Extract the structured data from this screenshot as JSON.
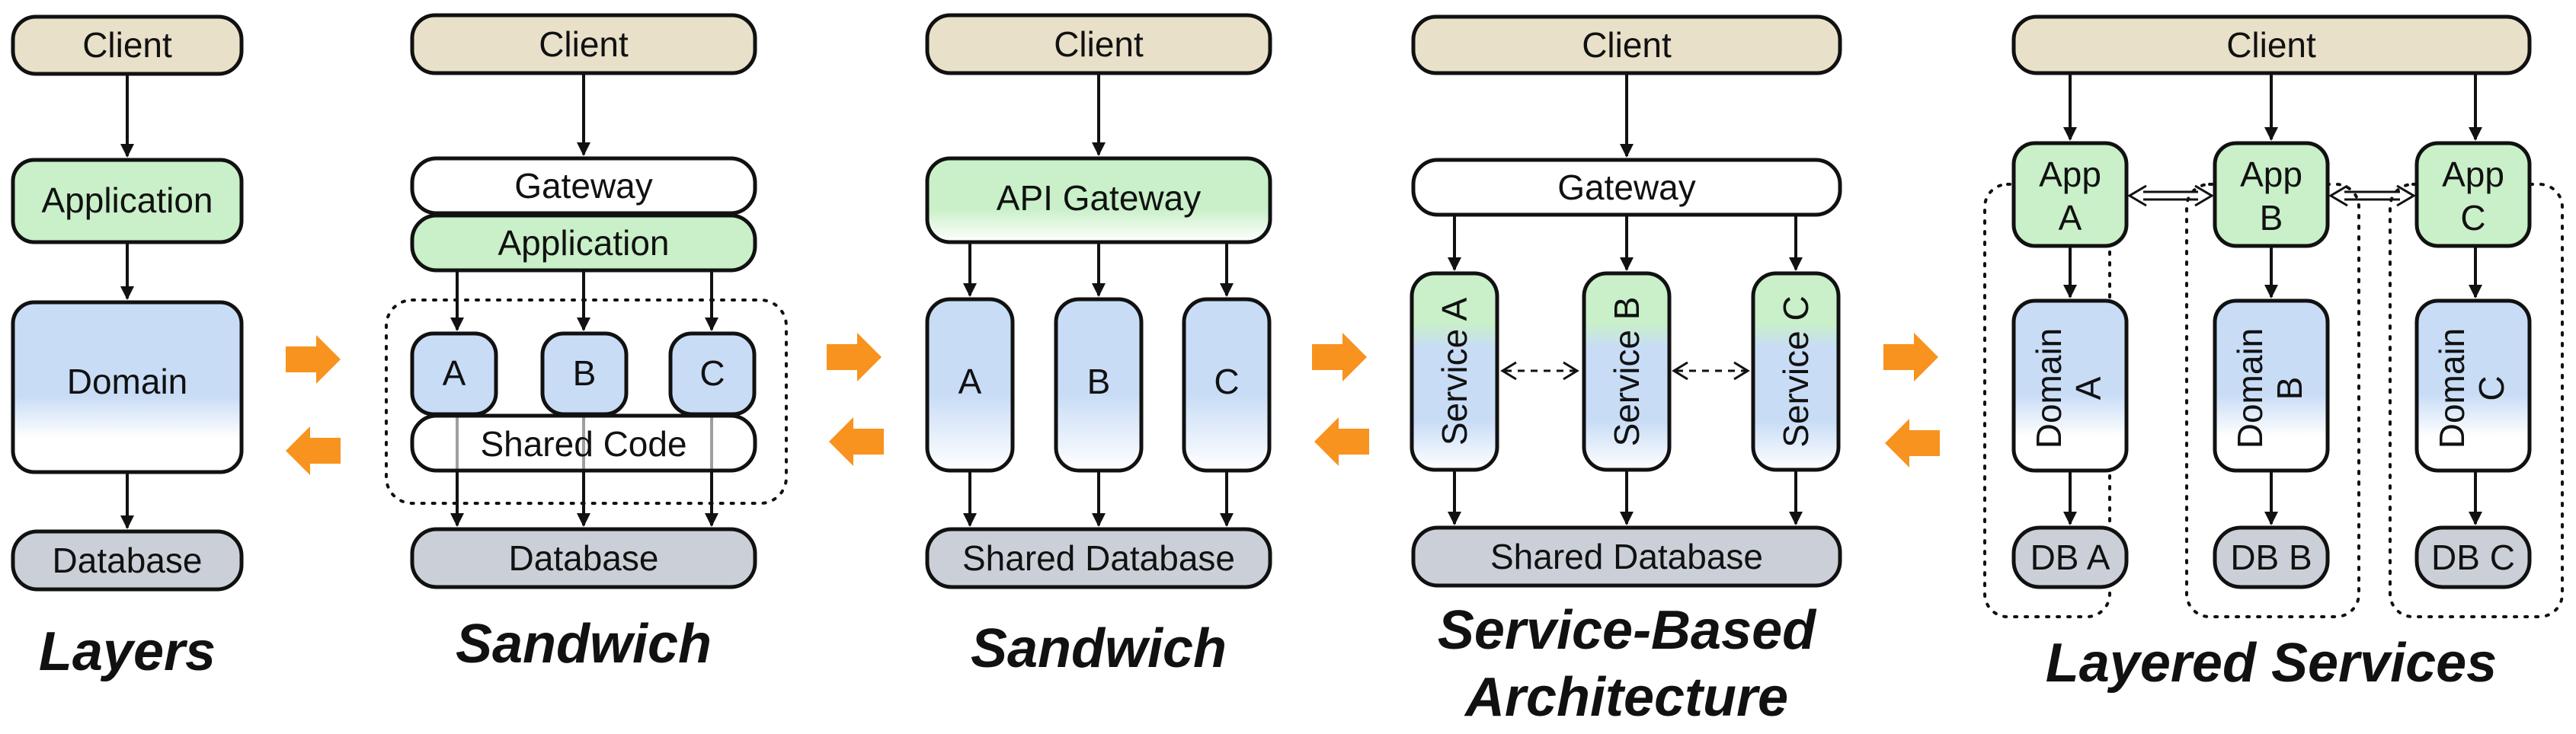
{
  "colors": {
    "client": "#e8e0c8",
    "app": "#c9f0c8",
    "domain": "#c8dcf6",
    "db": "#cbd0d8",
    "white": "#ffffff",
    "orange": "#f7931e"
  },
  "panels": {
    "layers": {
      "client": "Client",
      "application": "Application",
      "domain": "Domain",
      "database": "Database",
      "caption": "Layers"
    },
    "sandwich1": {
      "client": "Client",
      "gateway": "Gateway",
      "application": "Application",
      "a": "A",
      "b": "B",
      "c": "C",
      "shared_code": "Shared Code",
      "database": "Database",
      "caption": "Sandwich"
    },
    "sandwich2": {
      "client": "Client",
      "api_gateway": "API Gateway",
      "a": "A",
      "b": "B",
      "c": "C",
      "shared_database": "Shared Database",
      "caption": "Sandwich"
    },
    "service_based": {
      "client": "Client",
      "gateway": "Gateway",
      "service_a": "Service A",
      "service_b": "Service B",
      "service_c": "Service C",
      "shared_database": "Shared Database",
      "caption_line1": "Service-Based",
      "caption_line2": "Architecture"
    },
    "layered_services": {
      "client": "Client",
      "app_a_line1": "App",
      "app_a_line2": "A",
      "app_b_line1": "App",
      "app_b_line2": "B",
      "app_c_line1": "App",
      "app_c_line2": "C",
      "domain_a_line1": "Domain",
      "domain_a_line2": "A",
      "domain_b_line1": "Domain",
      "domain_b_line2": "B",
      "domain_c_line1": "Domain",
      "domain_c_line2": "C",
      "db_a": "DB A",
      "db_b": "DB B",
      "db_c": "DB C",
      "caption": "Layered Services"
    }
  }
}
